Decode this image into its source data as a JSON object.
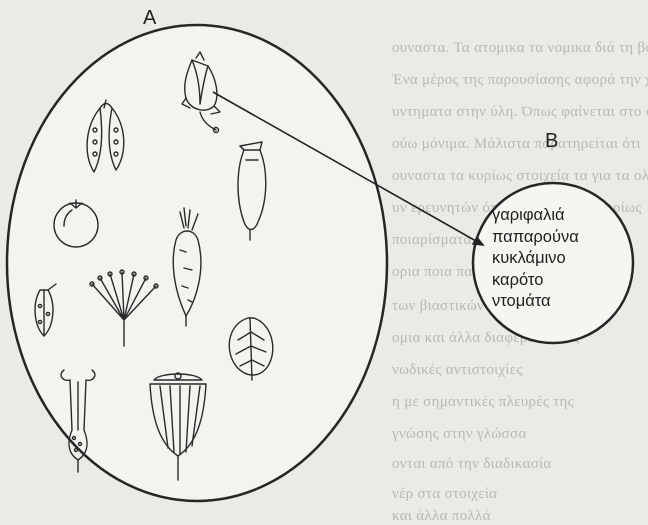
{
  "diagram": {
    "set_a_label": "A",
    "set_b_label": "B",
    "set_b_items": [
      "γαριφαλιά",
      "παπαρούνα",
      "κυκλάμινο",
      "καρότο",
      "ντομάτα"
    ],
    "set_a_drawings": [
      "carnation-flower",
      "pea-pod",
      "poppy-capsule",
      "tomato",
      "carrot",
      "pressed-seed-pod",
      "umbel-flower",
      "cyclamen-leaf",
      "flower-pistil",
      "poppy-head"
    ]
  },
  "background_text": [
    "ουναστα. Τα ατομικα τα νομικα διά τη βολή",
    "Ένα μέρος της παρουσίασης αφορά την χ",
    "υντηματα στην ύλη. Όπως φαίνεται στο σχήμα",
    "ούω μόνιμα. Μάλιστα παρατηρείται ότι",
    "ουναστα τα κυρίως στοιχεία τα για τα ολα",
    "υν ερευνητών ότι η εργασία του κυρίως",
    "ποιαρίσματα.",
    "ορια ποια παράδειγμα",
    "των βιαστικών και της διαδικασίας",
    "ομια και άλλα διαφέρουν στις",
    "νωδικές αντιστοιχίες",
    "η με σημαντικές πλευρές της",
    "γνώσης στην γλώσσα",
    "ονται από την διαδικασία",
    "νέρ στα στοιχεία",
    "και άλλα πολλά"
  ]
}
